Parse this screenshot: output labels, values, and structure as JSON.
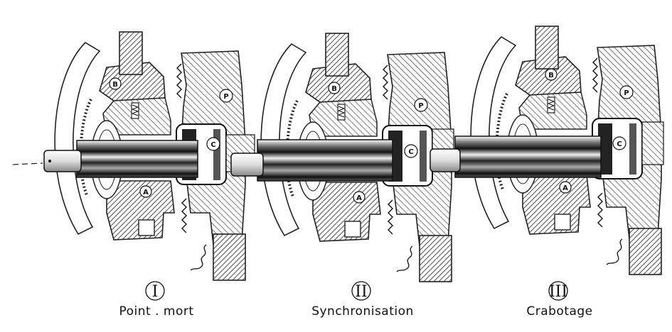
{
  "stages": [
    {
      "numeral": "I",
      "caption": "Point . mort"
    },
    {
      "numeral": "II",
      "caption": "Synchronisation"
    },
    {
      "numeral": "III",
      "caption": "Crabotage"
    }
  ],
  "part_labels": {
    "B": "B",
    "P": "P",
    "C": "C",
    "A": "A"
  },
  "colors": {
    "ink": "#1a1a1a",
    "paper": "#ffffff"
  }
}
